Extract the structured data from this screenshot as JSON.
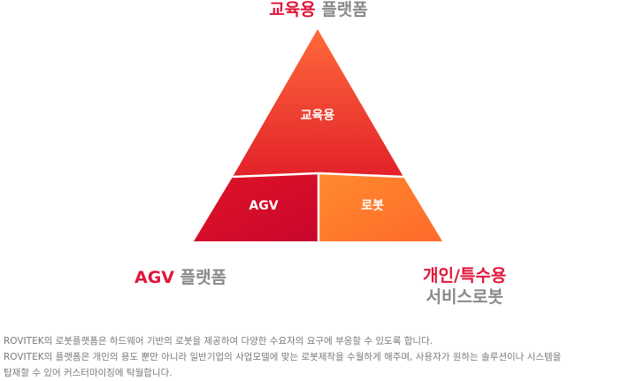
{
  "labels": {
    "top": {
      "accent": "교육용",
      "rest": "플랫폼"
    },
    "left": {
      "accent": "AGV",
      "rest": "플랫폼"
    },
    "right": {
      "line1": "개인/특수용",
      "line2": "서비스로봇"
    }
  },
  "segments": {
    "top": "교육용",
    "left": "AGV",
    "right": "로봇"
  },
  "colors": {
    "accent": "#e0163a",
    "muted": "#8a8a8a",
    "segment_top": "#ec3a2c",
    "segment_left": "#d4102e",
    "segment_right": "#ff7a2e"
  },
  "description": {
    "line1": "ROVITEK의 로봇플랫폼은 하드웨어 기반의 로봇을 제공하여 다양한 수요자의 요구에 부응할 수 있도록 합니다.",
    "line2": "ROVITEK의 플랫폼은 개인의 용도 뿐만 아니라 일반기업의 사업모델에 맞는 로봇제작을 수월하게 해주며, 사용자가 원하는 솔루션이나 시스템을",
    "line3": "탑재할 수 있어 커스터마이징에 탁월합니다."
  }
}
